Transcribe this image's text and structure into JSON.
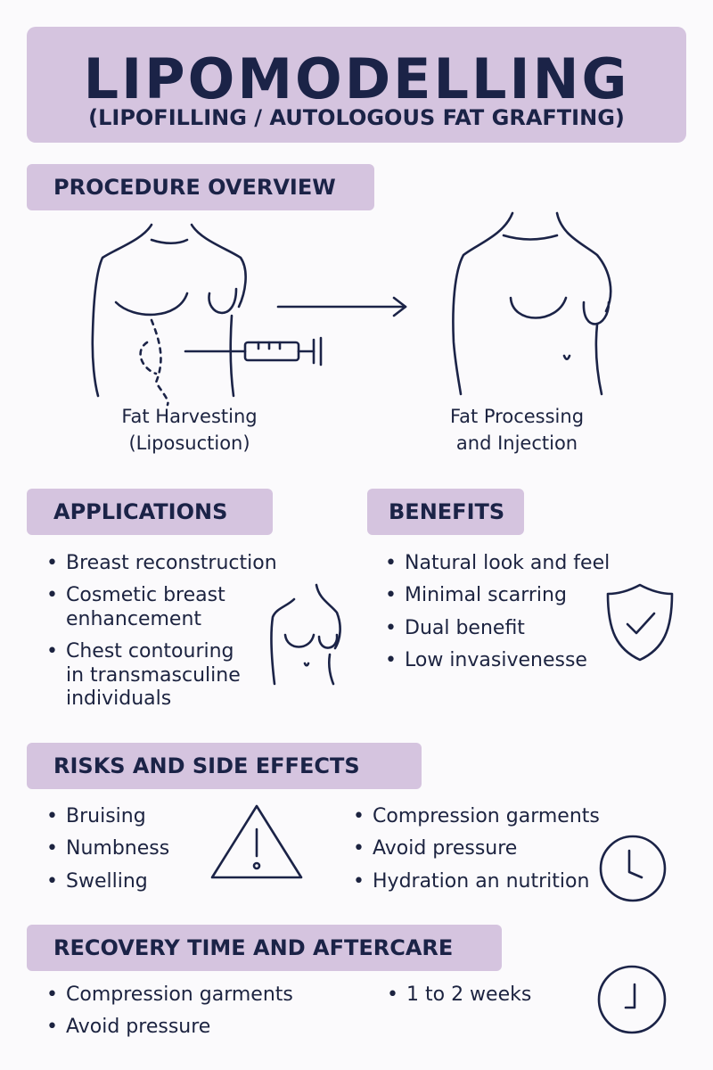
{
  "header": {
    "title": "LIPOMODELLING",
    "subtitle": "(LIPOFILLING / AUTOLOGOUS FAT GRAFTING)"
  },
  "overview": {
    "heading": "PROCEDURE OVERVIEW",
    "step1": {
      "line1": "Fat Harvesting",
      "line2": "(Liposuction)"
    },
    "step2": {
      "line1": "Fat Processing",
      "line2": "and Injection"
    }
  },
  "applications": {
    "heading": "APPLICATIONS",
    "items": [
      [
        "Breast reconstruction"
      ],
      [
        "Cosmetic breast",
        "enhancement"
      ],
      [
        "Chest contouring",
        "in transmasculine",
        "individuals"
      ]
    ]
  },
  "benefits": {
    "heading": "BENEFITS",
    "items": [
      "Natural look and feel",
      "Minimal scarring",
      "Dual benefit",
      "Low invasivenesse"
    ]
  },
  "risks": {
    "heading": "RISKS AND SIDE EFFECTS",
    "left_items": [
      "Bruising",
      "Numbness",
      "Swelling"
    ],
    "right_items": [
      "Compression garments",
      "Avoid pressure",
      "Hydration an nutrition"
    ]
  },
  "recovery": {
    "heading": "RECOVERY TIME AND AFTERCARE",
    "left_items": [
      "Compression garments",
      "Avoid pressure"
    ],
    "right_items": [
      "1 to 2 weeks"
    ]
  },
  "icons": {
    "shield": "shield-check-icon",
    "warning": "warning-triangle-icon",
    "clock": "clock-icon"
  },
  "colors": {
    "accent": "#d5c4df",
    "ink": "#1b2347",
    "background": "#fbfafc"
  }
}
